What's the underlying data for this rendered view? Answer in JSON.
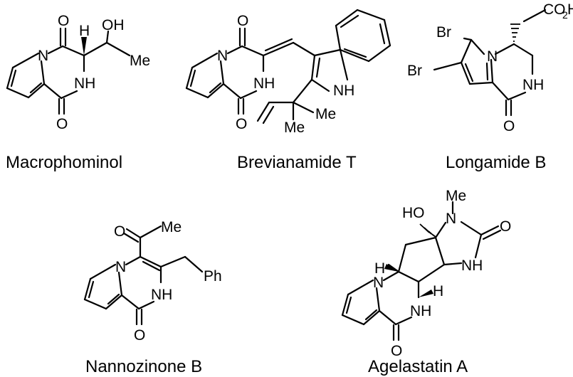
{
  "compounds": [
    {
      "name": "Macrophominol"
    },
    {
      "name": "Brevianamide T"
    },
    {
      "name": "Longamide B"
    },
    {
      "name": "Nannozinone B"
    },
    {
      "name": "Agelastatin A"
    }
  ],
  "atoms": {
    "o": "O",
    "n": "N",
    "nh": "NH",
    "oh": "OH",
    "ho": "HO",
    "h": "H",
    "me": "Me",
    "br": "Br",
    "ph": "Ph",
    "co2h_main": "CO",
    "co2h_sub": "2",
    "co2h_h": "H"
  }
}
